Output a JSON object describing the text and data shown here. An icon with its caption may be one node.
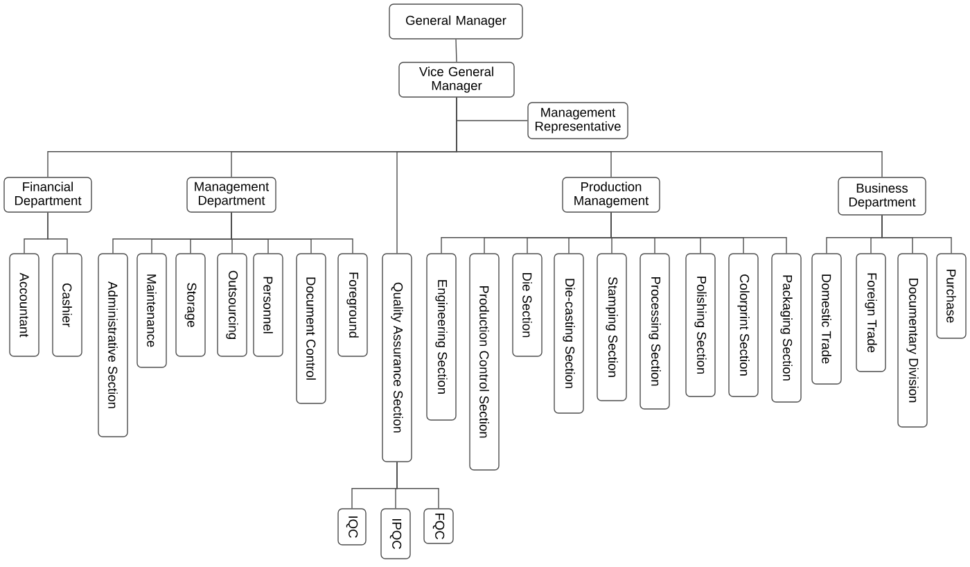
{
  "diagram": {
    "nodes": [
      {
        "text": [
          "General Manager"
        ]
      },
      {
        "text": [
          "Vice General Manager"
        ]
      },
      {
        "text": [
          "Management Representative"
        ]
      },
      {
        "text": [
          "Financial Department"
        ]
      },
      {
        "text": [
          "Management Department"
        ]
      },
      {
        "text": [
          "Production Management"
        ]
      },
      {
        "text": [
          "Business Department"
        ]
      },
      {
        "text": [
          "Accountant"
        ]
      },
      {
        "text": [
          "Cashier"
        ]
      },
      {
        "text": [
          "Administrative Section"
        ]
      },
      {
        "text": [
          "Maintenance"
        ]
      },
      {
        "text": [
          "Storage"
        ]
      },
      {
        "text": [
          "Outsourcing"
        ]
      },
      {
        "text": [
          "Personnel"
        ]
      },
      {
        "text": [
          "Document Control"
        ]
      },
      {
        "text": [
          "Foreground"
        ]
      },
      {
        "text": [
          "Quality Assurance Section"
        ]
      },
      {
        "text": [
          "Engineering Section"
        ]
      },
      {
        "text": [
          "Production Control Section"
        ]
      },
      {
        "text": [
          "Die Section"
        ]
      },
      {
        "text": [
          "Die-casting Section"
        ]
      },
      {
        "text": [
          "Stamping Section"
        ]
      },
      {
        "text": [
          "Processing Section"
        ]
      },
      {
        "text": [
          "Polishing Section"
        ]
      },
      {
        "text": [
          "Colorprint Section"
        ]
      },
      {
        "text": [
          "Packaging Section"
        ]
      },
      {
        "text": [
          "Domestic Trade"
        ]
      },
      {
        "text": [
          "Foreign Trade"
        ]
      },
      {
        "text": [
          "Documentary Division"
        ]
      },
      {
        "text": [
          "Purchase"
        ]
      },
      {
        "text": [
          "IQC"
        ]
      },
      {
        "text": [
          "IPQC"
        ]
      },
      {
        "text": [
          "FQC"
        ]
      }
    ],
    "edges": [
      {
        "from": 0,
        "to": 1,
        "arrow": "none"
      },
      {
        "from": 1,
        "to": 2,
        "arrow": "none"
      },
      {
        "from": 1,
        "to": 3,
        "arrow": "none"
      },
      {
        "from": 1,
        "to": 4,
        "arrow": "none"
      },
      {
        "from": 1,
        "to": 16,
        "arrow": "none"
      },
      {
        "from": 1,
        "to": 5,
        "arrow": "none"
      },
      {
        "from": 1,
        "to": 6,
        "arrow": "none"
      },
      {
        "from": 3,
        "to": 7,
        "arrow": "none"
      },
      {
        "from": 3,
        "to": 8,
        "arrow": "none"
      },
      {
        "from": 4,
        "to": 9,
        "arrow": "none"
      },
      {
        "from": 4,
        "to": 10,
        "arrow": "none"
      },
      {
        "from": 4,
        "to": 11,
        "arrow": "none"
      },
      {
        "from": 4,
        "to": 12,
        "arrow": "none"
      },
      {
        "from": 4,
        "to": 13,
        "arrow": "none"
      },
      {
        "from": 4,
        "to": 14,
        "arrow": "none"
      },
      {
        "from": 4,
        "to": 15,
        "arrow": "none"
      },
      {
        "from": 5,
        "to": 17,
        "arrow": "none"
      },
      {
        "from": 5,
        "to": 18,
        "arrow": "none"
      },
      {
        "from": 5,
        "to": 19,
        "arrow": "none"
      },
      {
        "from": 5,
        "to": 20,
        "arrow": "none"
      },
      {
        "from": 5,
        "to": 21,
        "arrow": "none"
      },
      {
        "from": 5,
        "to": 22,
        "arrow": "none"
      },
      {
        "from": 5,
        "to": 23,
        "arrow": "none"
      },
      {
        "from": 5,
        "to": 24,
        "arrow": "none"
      },
      {
        "from": 5,
        "to": 25,
        "arrow": "none"
      },
      {
        "from": 6,
        "to": 26,
        "arrow": "none"
      },
      {
        "from": 6,
        "to": 27,
        "arrow": "none"
      },
      {
        "from": 6,
        "to": 28,
        "arrow": "none"
      },
      {
        "from": 6,
        "to": 29,
        "arrow": "none"
      },
      {
        "from": 16,
        "to": 30,
        "arrow": "none"
      },
      {
        "from": 16,
        "to": 31,
        "arrow": "none"
      },
      {
        "from": 16,
        "to": 32,
        "arrow": "none"
      }
    ]
  }
}
